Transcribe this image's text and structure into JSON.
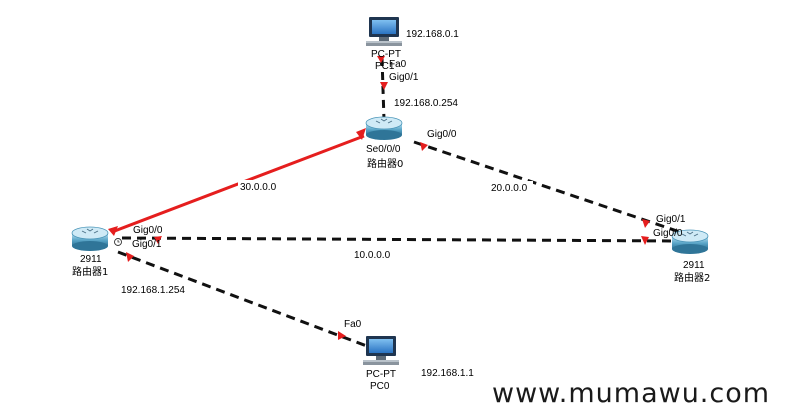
{
  "devices": {
    "pc_top": {
      "type_label": "PC-PT",
      "name": "PC1",
      "ip": "192.168.0.1"
    },
    "router0": {
      "name": "路由器0"
    },
    "router1": {
      "model": "2911",
      "name": "路由器1",
      "lan_ip": "192.168.1.254"
    },
    "router2": {
      "model": "2911",
      "name": "路由器2"
    },
    "pc_bottom": {
      "type_label": "PC-PT",
      "name": "PC0",
      "ip": "192.168.1.1"
    }
  },
  "interfaces": {
    "pc_top_fa": "Fa0",
    "r0_gig01": "Gig0/1",
    "r0_gig01_ip": "192.168.0.254",
    "r0_se": "Se0/0/0",
    "r0_gig00": "Gig0/0",
    "r1_gig00": "Gig0/0",
    "r1_gig01": "Gig0/1",
    "r2_gig01": "Gig0/1",
    "r2_gig00": "Gig0/0",
    "pc_bottom_fa": "Fa0"
  },
  "networks": {
    "r0_r1": "30.0.0.0",
    "r0_r2": "20.0.0.0",
    "r1_r2": "10.0.0.0"
  },
  "watermark": "www.mumawu.com",
  "colors": {
    "serial_link": "#e51e1e",
    "ethernet_link": "#111111",
    "port_marker": "#e51e1e",
    "router_body": "#4a95b8",
    "pc_screen": "#3f8fd8"
  }
}
